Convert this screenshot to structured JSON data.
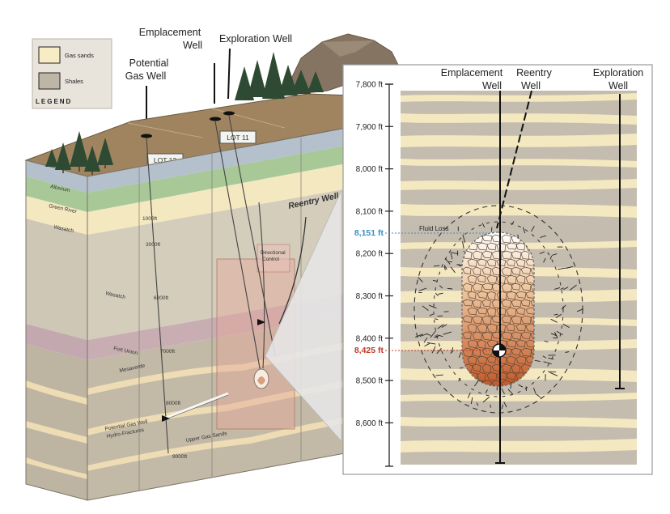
{
  "legend": {
    "title": "LEGEND",
    "items": [
      {
        "label": "Gas sands",
        "color": "#f7ecc4"
      },
      {
        "label": "Shales",
        "color": "#bdb5a6"
      }
    ]
  },
  "surface_labels": {
    "potential_gas_well": [
      "Potential",
      "Gas Well"
    ],
    "emplacement_well": [
      "Emplacement",
      "Well"
    ],
    "exploration_well": "Exploration Well",
    "lot_12": "LOT 12",
    "lot_11": "LOT 11"
  },
  "block": {
    "reentry_well": "Reentry Well",
    "directional_control": [
      "Directional",
      "Control"
    ],
    "layer_labels": {
      "alluvium": "Alluvium",
      "green_river": "Green River",
      "wasatch_upper": "Wasatch",
      "wasatch_lower": "Wasatch",
      "fort_union": "Fort Union",
      "mesaverde": "Mesaverde",
      "potential_gas_well_hydrofractures": [
        "Potential Gas Well",
        "Hydro-Fractures"
      ],
      "upper_gas_sands": "Upper Gas Sands"
    },
    "depth_labels": {
      "d1000": "1000ft",
      "d3000": "3000ft",
      "d6000": "6000ft",
      "d7000": "7000ft",
      "d8000": "8000ft",
      "d9000": "9000ft"
    }
  },
  "detail": {
    "labels": {
      "emplacement_well": [
        "Emplacement",
        "Well"
      ],
      "reentry_well": [
        "Reentry",
        "Well"
      ],
      "exploration_well": [
        "Exploration",
        "Well"
      ],
      "fluid_loss": "Fluid Loss"
    },
    "depth_ticks": [
      "7,800 ft",
      "7,900 ft",
      "8,000 ft",
      "8,100 ft",
      "8,200 ft",
      "8,300 ft",
      "8,400 ft",
      "8,500 ft",
      "8,600 ft"
    ],
    "highlight_depths": [
      {
        "label": "8,151 ft",
        "color": "#3a8fc4"
      },
      {
        "label": "8,425 ft",
        "color": "#c0392b"
      }
    ]
  },
  "colors": {
    "sand": "#f4e8c0",
    "shale": "#c4bcae",
    "alluvium": "#b4c0cc",
    "green_river": "#a8c898",
    "ground": "#a08460",
    "chimney_top": "#ffffff",
    "chimney_bottom": "#c9602e"
  }
}
